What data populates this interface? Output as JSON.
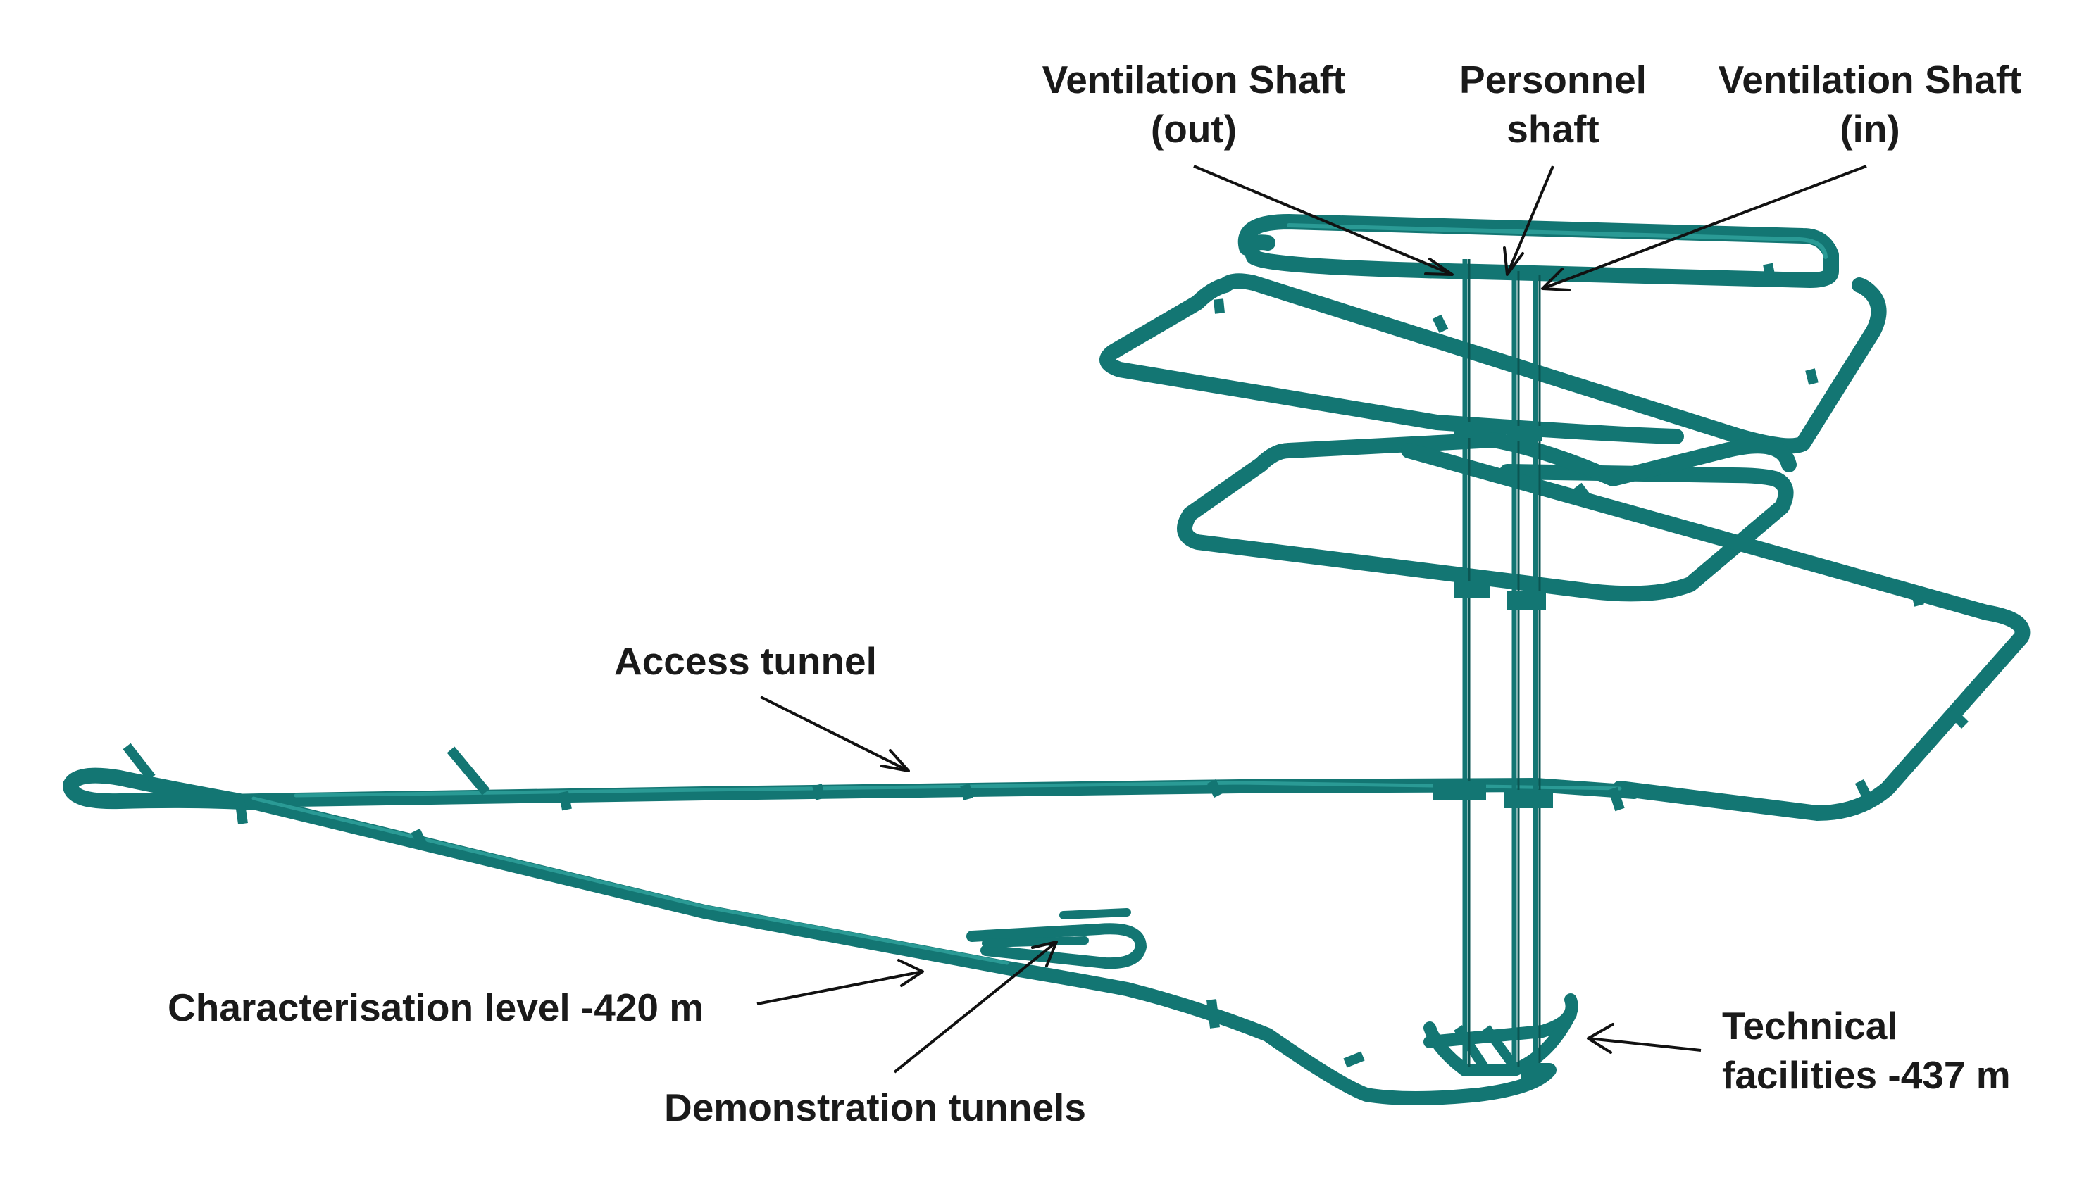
{
  "diagram": {
    "labels": {
      "vent_out": [
        "Ventilation Shaft",
        "(out)"
      ],
      "personnel": [
        "Personnel",
        "shaft"
      ],
      "vent_in": [
        "Ventilation Shaft",
        "(in)"
      ],
      "access": "Access tunnel",
      "characterisation": "Characterisation level -420 m",
      "demonstration": "Demonstration tunnels",
      "technical": [
        "Technical",
        "facilities -437 m"
      ]
    },
    "colors": {
      "tunnel": "#137673",
      "tunnel_highlight": "#2a9a95",
      "arrow": "#111111",
      "text": "#1a1a1a",
      "background": "#ffffff"
    }
  }
}
